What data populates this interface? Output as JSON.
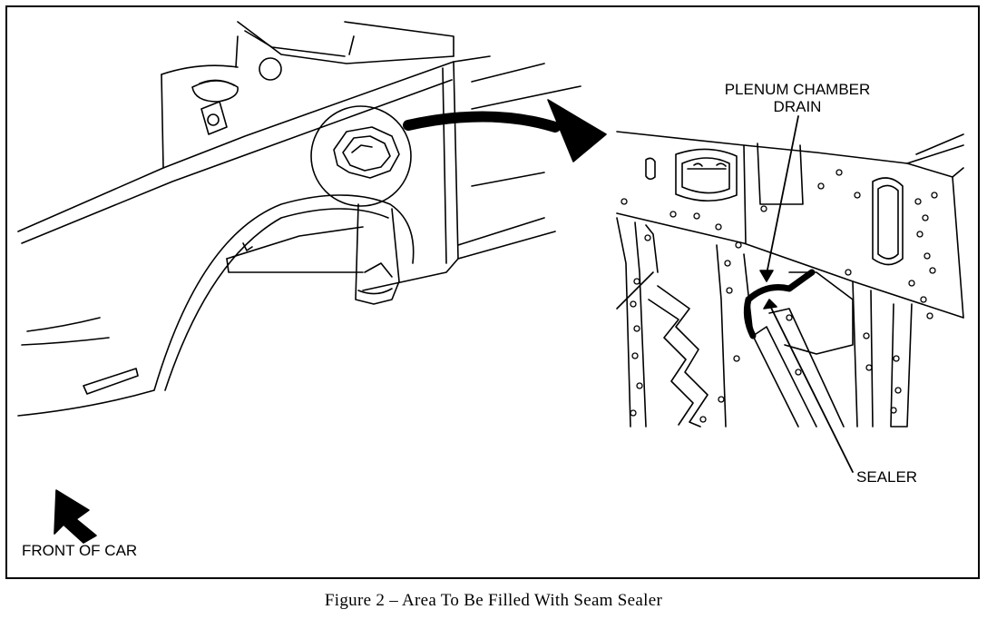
{
  "labels": {
    "plenum_chamber_drain_line1": "PLENUM CHAMBER",
    "plenum_chamber_drain_line2": "DRAIN",
    "sealer": "SEALER",
    "front_of_car": "FRONT OF CAR"
  },
  "caption": "Figure 2 – Area To Be Filled With Seam Sealer",
  "icons": {
    "front_direction": "arrow-down-right-icon",
    "callout_arrow": "curved-arrow-right-icon"
  },
  "colors": {
    "ink": "#000000",
    "paper": "#ffffff"
  }
}
